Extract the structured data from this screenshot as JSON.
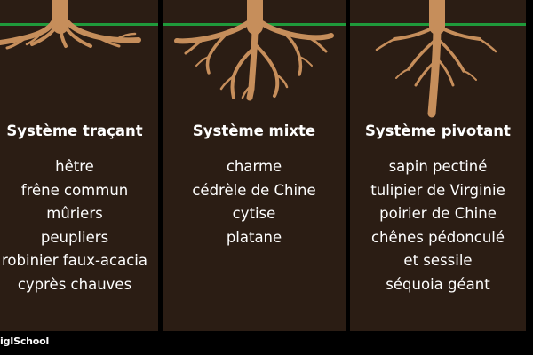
{
  "colors": {
    "background": "#000000",
    "soil": "#2b1d14",
    "grass": "#1f9a3b",
    "root": "#c68e5b",
    "text": "#ffffff"
  },
  "panels": [
    {
      "id": "tracant",
      "root_icon": "shallow-spreading-roots-icon",
      "title": "Système traçant",
      "species": [
        "hêtre",
        "frêne commun",
        "mûriers",
        "peupliers",
        "robinier faux-acacia",
        "cyprès chauves"
      ]
    },
    {
      "id": "mixte",
      "root_icon": "mixed-roots-icon",
      "title": "Système mixte",
      "species": [
        "charme",
        "cédrèle de Chine",
        "cytise",
        "platane"
      ]
    },
    {
      "id": "pivotant",
      "root_icon": "taproot-icon",
      "title": "Système pivotant",
      "species": [
        "sapin pectiné",
        "tulipier de Virginie",
        "poirier de Chine",
        "chênes pédonculé",
        "et sessile",
        "séquoia géant"
      ]
    }
  ],
  "footer": {
    "brand": "igISchool"
  }
}
